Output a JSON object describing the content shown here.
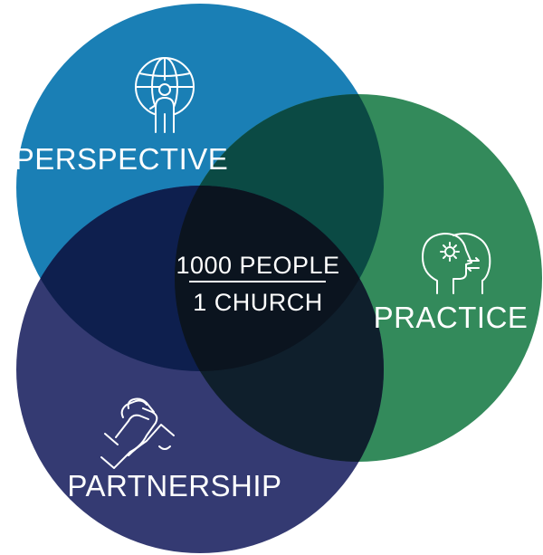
{
  "diagram": {
    "circles": [
      {
        "id": "perspective",
        "label": "PERSPECTIVE",
        "icon": "globe-person-icon",
        "color": "#1a7fb5"
      },
      {
        "id": "practice",
        "label": "PRACTICE",
        "icon": "head-exchange-icon",
        "color": "#338a5b"
      },
      {
        "id": "partnership",
        "label": "PARTNERSHIP",
        "icon": "handshake-icon",
        "color": "#343a72"
      }
    ],
    "overlap_colors": {
      "perspective_practice": "#0b4a44",
      "perspective_partnership": "#0e1f4e",
      "practice_partnership": "#0f1f2c",
      "center": "#0b141f"
    },
    "center": {
      "line1": "1000 PEOPLE",
      "line2": "1 CHURCH"
    }
  }
}
